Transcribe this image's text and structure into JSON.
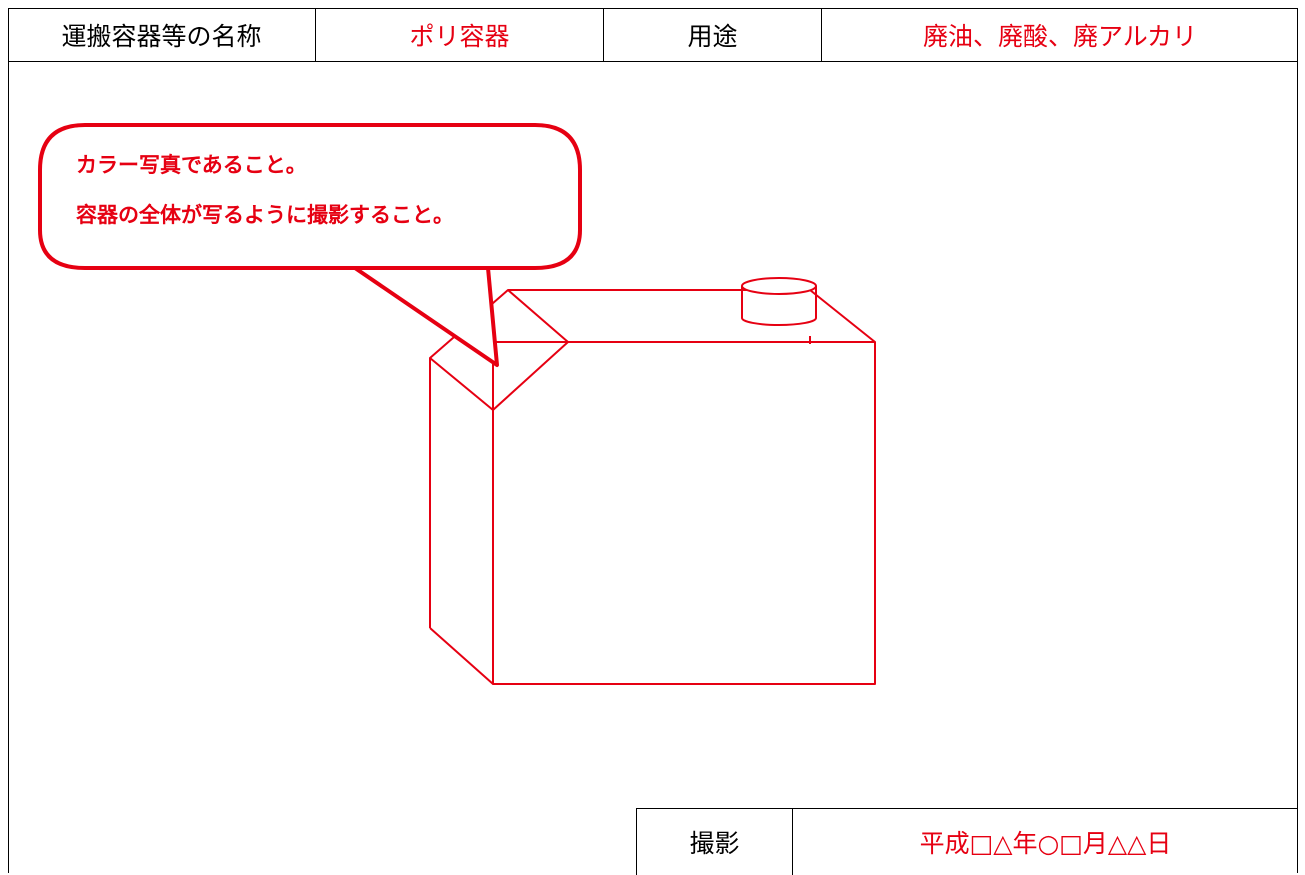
{
  "header": {
    "container_name_label": "運搬容器等の名称",
    "container_name_value": "ポリ容器",
    "usage_label": "用途",
    "usage_value": "廃油、廃酸、廃アルカリ"
  },
  "callout": {
    "line1": "カラー写真であること。",
    "line2": "容器の全体が写るように撮影すること。"
  },
  "footer": {
    "shooting_label": "撮影",
    "shooting_date": "平成□△年○□月△△日"
  },
  "colors": {
    "accent": "#e60012",
    "text": "#000000",
    "border": "#000000"
  }
}
